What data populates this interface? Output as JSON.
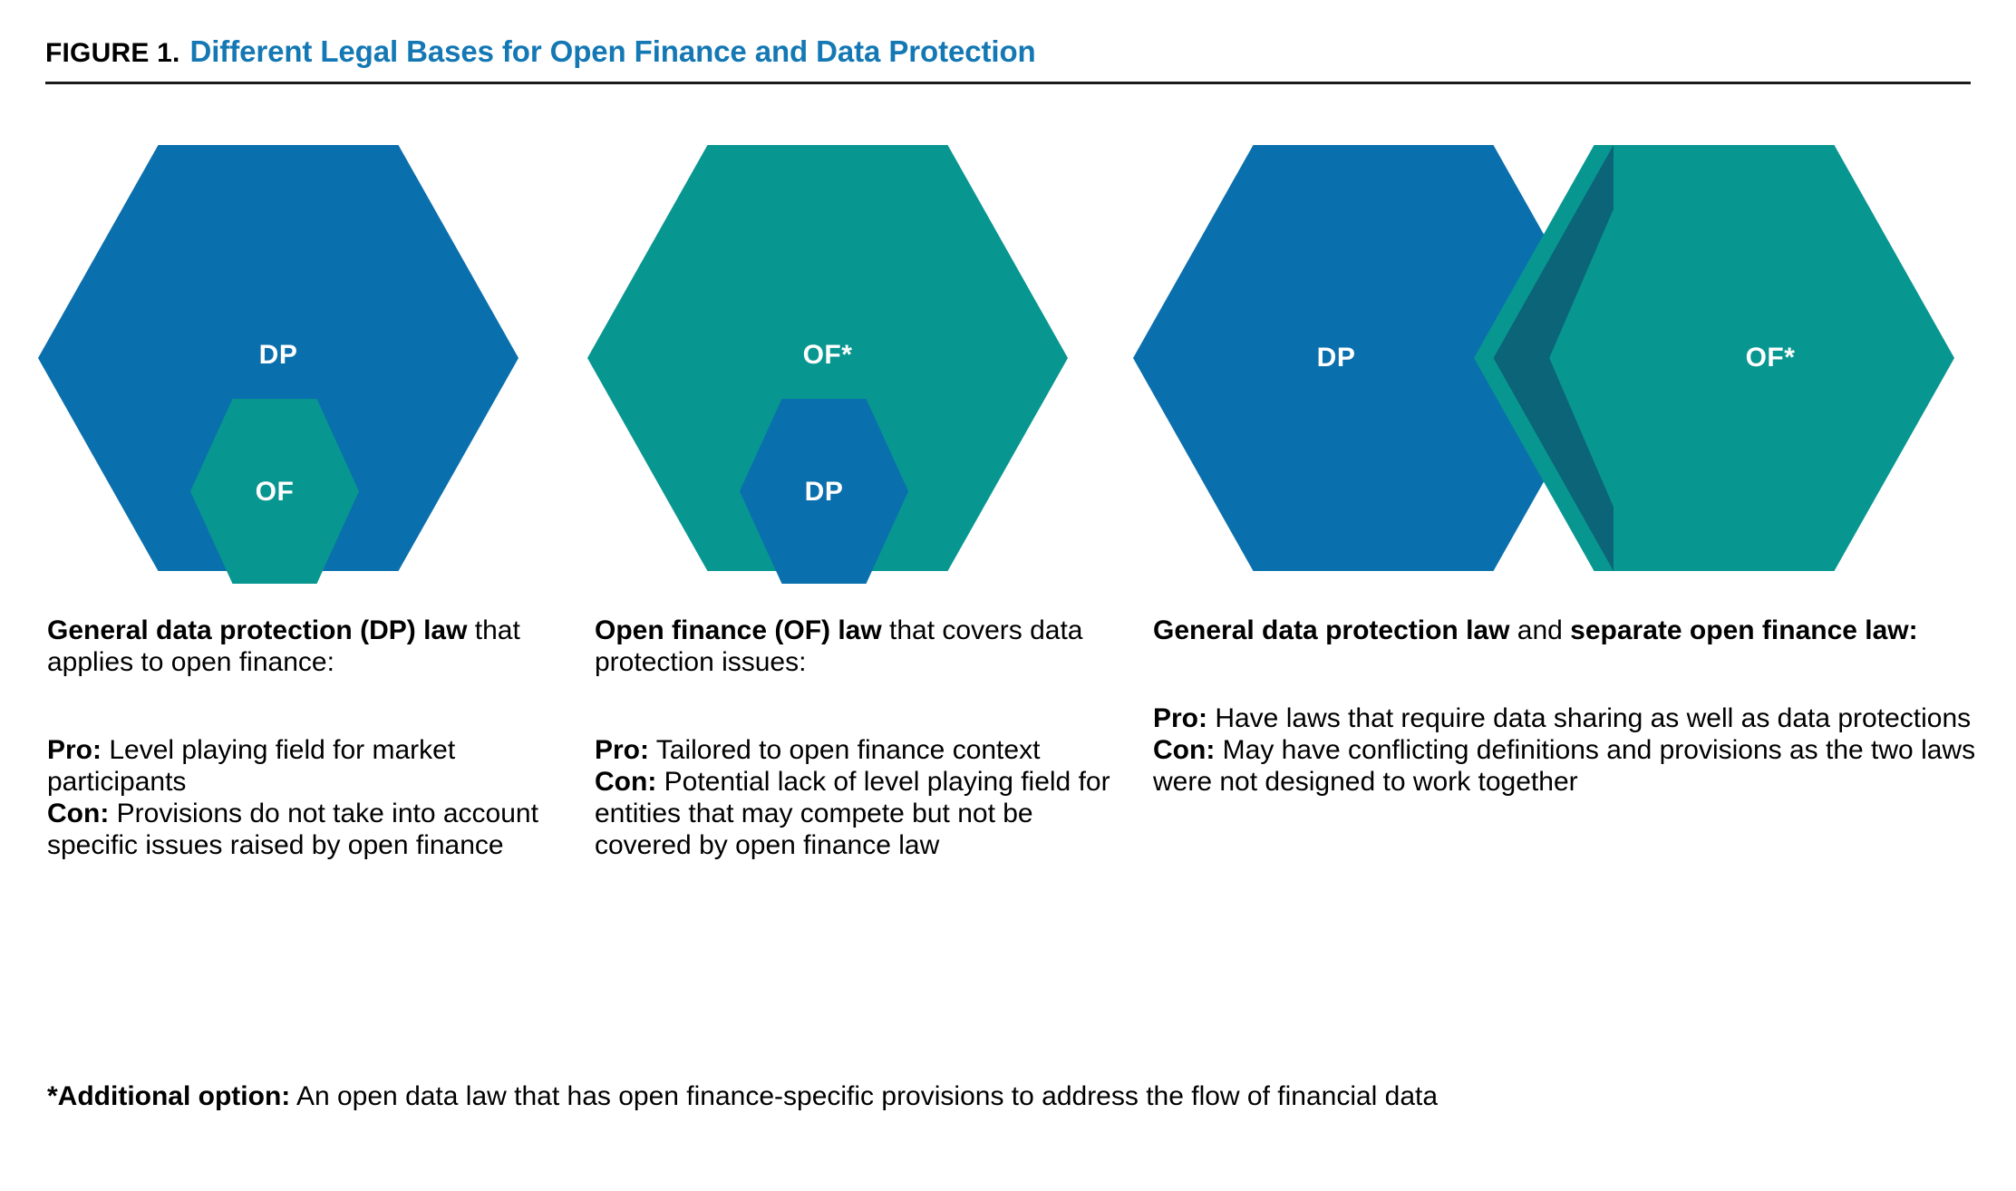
{
  "header": {
    "figure_label": "FIGURE 1.",
    "title": "Different Legal Bases for Open Finance and Data Protection",
    "title_color": "#1478b4",
    "rule_color": "#1a1a1a"
  },
  "colors": {
    "blue": "#0a6fad",
    "green": "#089690",
    "overlap": "#0b6477",
    "label_text": "#ffffff"
  },
  "diagram": {
    "groups": [
      {
        "id": "group-1",
        "type": "nested",
        "outer": {
          "label": "DP",
          "color": "#0a6fad"
        },
        "inner": {
          "label": "OF",
          "color": "#089690"
        }
      },
      {
        "id": "group-2",
        "type": "nested",
        "outer": {
          "label": "OF*",
          "color": "#089690"
        },
        "inner": {
          "label": "DP",
          "color": "#0a6fad"
        }
      },
      {
        "id": "group-3",
        "type": "overlapping",
        "left_hex": {
          "label": "DP",
          "color": "#0a6fad"
        },
        "right_hex": {
          "label": "OF*",
          "color": "#089690"
        },
        "overlap_color": "#0b6477"
      }
    ]
  },
  "columns": [
    {
      "id": "column-1",
      "heading_bold_1": "General data protection (DP) law",
      "heading_rest": " that applies to open finance:",
      "pro_label": "Pro:",
      "pro_text": " Level playing field for market participants",
      "con_label": "Con:",
      "con_text": " Provisions do not take into account specific issues raised by open finance"
    },
    {
      "id": "column-2",
      "heading_bold_1": "Open finance (OF) law",
      "heading_rest": " that covers data protection issues:",
      "pro_label": "Pro:",
      "pro_text": " Tailored to open finance context",
      "con_label": "Con:",
      "con_text": " Potential lack of level playing field for entities that may compete but not be covered by open finance law"
    },
    {
      "id": "column-3",
      "heading_bold_1": "General data protection law",
      "heading_mid": " and ",
      "heading_bold_2": "separate open finance law:",
      "pro_label": "Pro:",
      "pro_text": " Have laws that require data sharing as well as data protections",
      "con_label": "Con:",
      "con_text": " May have conflicting definitions and provisions as the two laws were not designed to work together"
    }
  ],
  "footnote": {
    "label": "*Additional option:",
    "text": " An open data law that has open finance-specific provisions to address the flow of financial data"
  }
}
